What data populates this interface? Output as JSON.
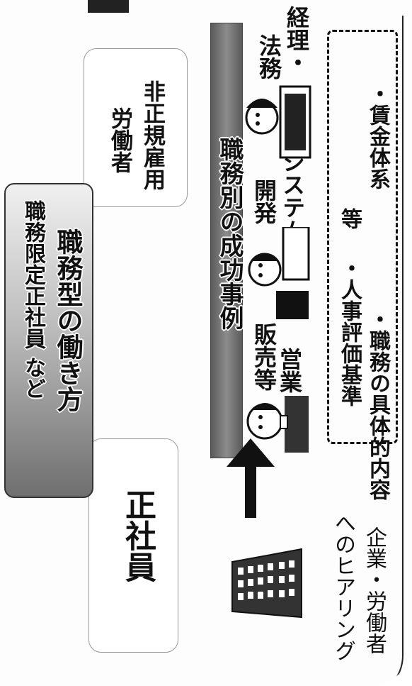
{
  "boxes": {
    "regular_employee": "正社員",
    "non_regular_1": "非正規雇用",
    "non_regular_2": "労働者"
  },
  "center": {
    "title": "職務型の働き方",
    "subtitle": "職務限定正社員 など"
  },
  "banner": {
    "label": "職務別の成功事例"
  },
  "roles": {
    "sales_1": "営業・",
    "sales_2": "販売等",
    "system_1": "システム",
    "system_2": "開発",
    "accounting_1": "経理・",
    "accounting_2": "法務"
  },
  "details": {
    "job_content": "・職務の具体的内容",
    "evaluation": "・人事評価基準",
    "wage": "・賃金体系",
    "etc": "等"
  },
  "hearing": {
    "line1": "企業・労働者",
    "line2": "へのヒアリング"
  }
}
